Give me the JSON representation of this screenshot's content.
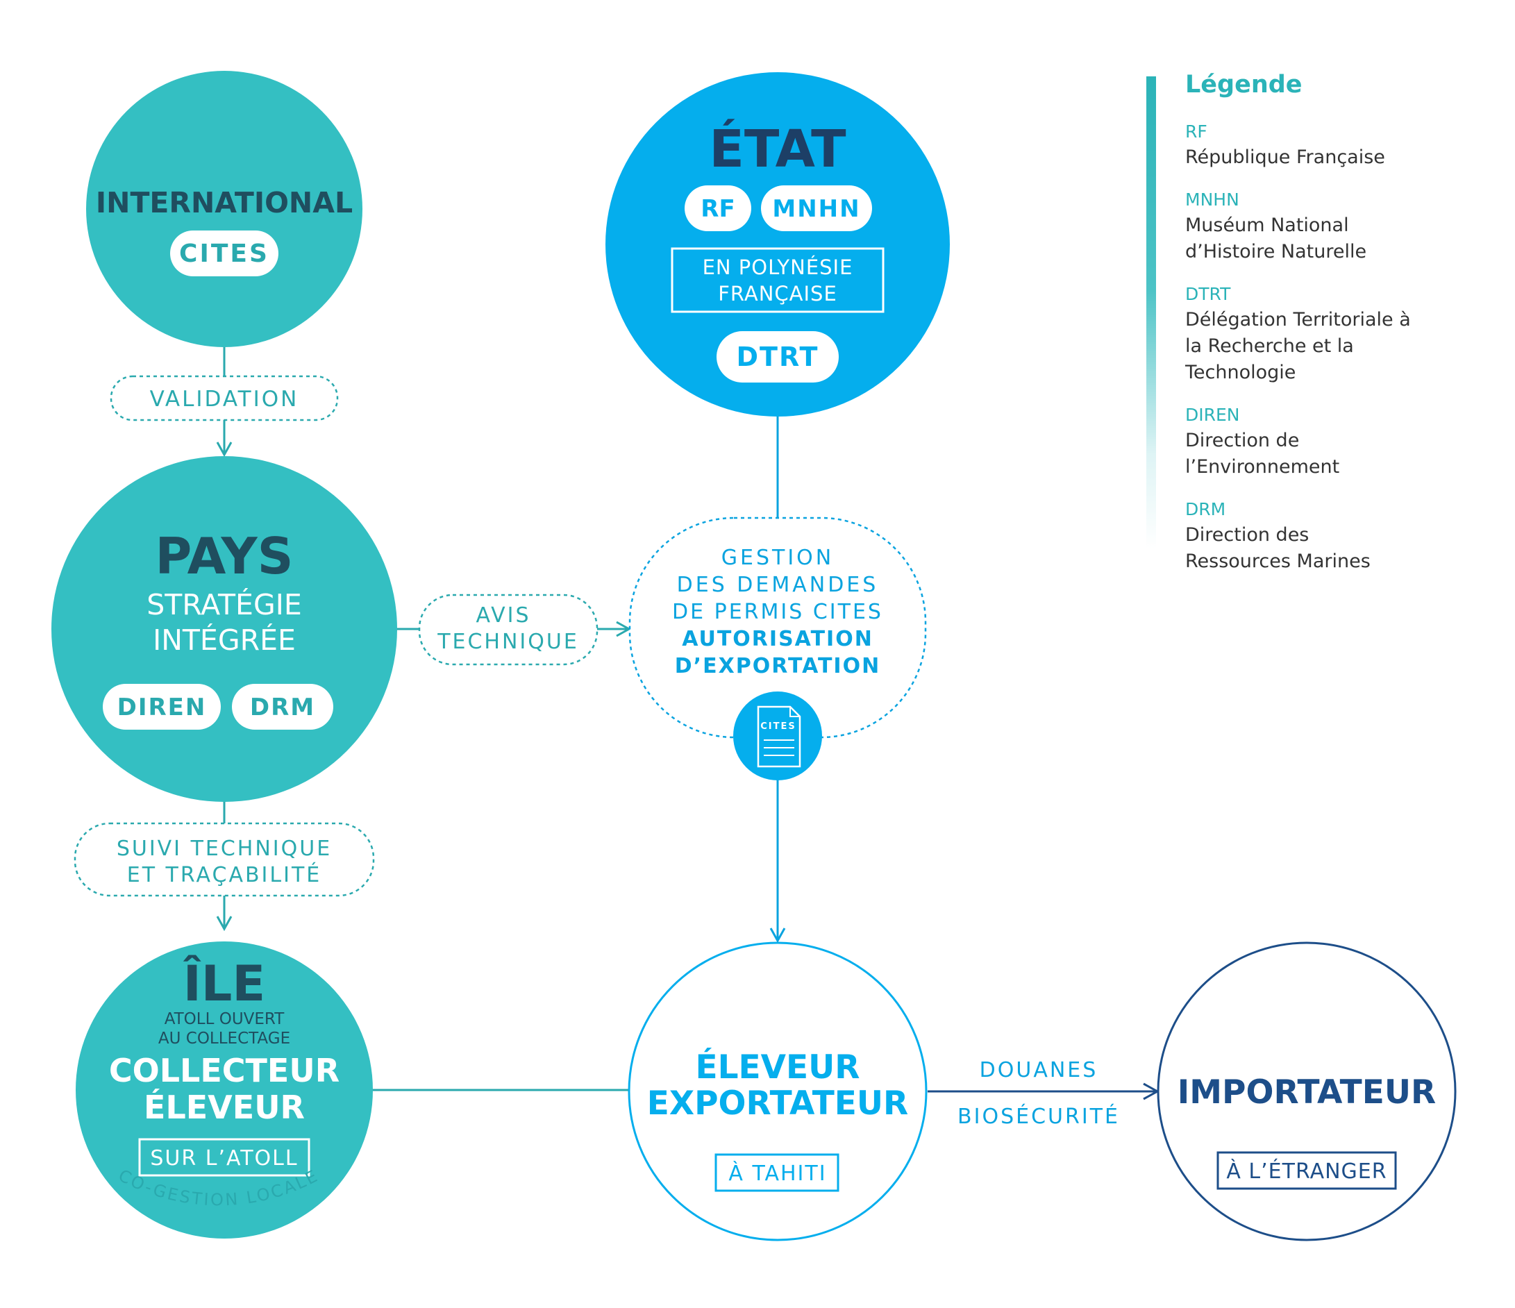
{
  "colors": {
    "teal": "#34bfc2",
    "teal_text": "#2aa9ae",
    "dark_teal": "#1f4e5f",
    "blue": "#05aeed",
    "navy": "#1d4e89",
    "white": "#ffffff"
  },
  "international": {
    "title": "INTERNATIONAL",
    "badge": "CITES"
  },
  "validation": "VALIDATION",
  "pays": {
    "title": "PAYS",
    "line1": "STRATÉGIE",
    "line2": "INTÉGRÉE",
    "badge1": "DIREN",
    "badge2": "DRM"
  },
  "suivi": {
    "line1": "SUIVI TECHNIQUE",
    "line2": "ET TRAÇABILITÉ"
  },
  "ile": {
    "title": "ÎLE",
    "sub1": "ATOLL OUVERT",
    "sub2": "AU COLLECTAGE",
    "role1": "COLLECTEUR",
    "role2": "ÉLEVEUR",
    "box": "SUR L’ATOLL",
    "arc": "CO-GESTION LOCALE"
  },
  "etat": {
    "title": "ÉTAT",
    "badge1": "RF",
    "badge2": "MNHN",
    "box1": "EN POLYNÉSIE",
    "box2": "FRANÇAISE",
    "badge3": "DTRT"
  },
  "avis": {
    "line1": "AVIS",
    "line2": "TECHNIQUE"
  },
  "gestion": {
    "line1": "GESTION",
    "line2": "DES DEMANDES",
    "line3": "DE PERMIS CITES",
    "line4": "AUTORISATION",
    "line5": "D’EXPORTATION",
    "doc_label": "CITES"
  },
  "eleveur": {
    "line1": "ÉLEVEUR",
    "line2": "EXPORTATEUR",
    "box": "À TAHITI"
  },
  "douanes": {
    "line1": "DOUANES",
    "line2": "BIOSÉCURITÉ"
  },
  "importateur": {
    "title": "IMPORTATEUR",
    "box": "À L’ÉTRANGER"
  },
  "legend": {
    "title": "Légende",
    "items": [
      {
        "abbr": "RF",
        "full": "République Française"
      },
      {
        "abbr": "MNHN",
        "full": "Muséum National d’Histoire Naturelle"
      },
      {
        "abbr": "DTRT",
        "full": "Délégation Territoriale à la Recherche et la Technologie"
      },
      {
        "abbr": "DIREN",
        "full": "Direction de l’Environnement"
      },
      {
        "abbr": "DRM",
        "full": "Direction des Ressources Marines"
      }
    ]
  }
}
